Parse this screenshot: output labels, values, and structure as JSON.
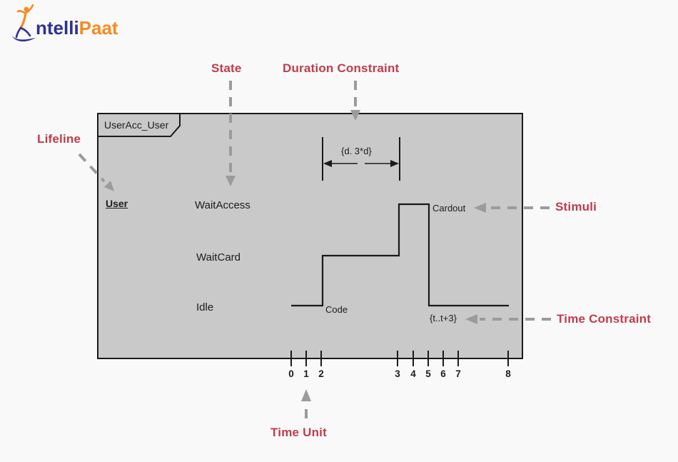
{
  "logo": {
    "brand_first": "ntelli",
    "brand_second": "Paat"
  },
  "annotations": {
    "lifeline": "Lifeline",
    "state": "State",
    "duration_constraint": "Duration Constraint",
    "stimuli": "Stimuli",
    "time_constraint": "Time Constraint",
    "time_unit": "Time Unit"
  },
  "diagram": {
    "frame_title": "UserAcc_User",
    "lifeline_name": "User",
    "state_labels": [
      "WaitAccess",
      "WaitCard",
      "Idle"
    ],
    "event_code": "Code",
    "event_cardout": "Cardout",
    "duration_constraint_value": "{d. 3*d}",
    "time_constraint_value": "{t..t+3}",
    "time_ticks": [
      "0",
      "1",
      "2",
      "3",
      "4",
      "5",
      "6",
      "7",
      "8"
    ],
    "state_timeline": [
      {
        "state": "Idle",
        "from_tick": 0,
        "to_tick": 2
      },
      {
        "state": "WaitCard",
        "from_tick": 2,
        "to_tick": 3
      },
      {
        "state": "WaitAccess",
        "from_tick": 3,
        "to_tick": 5
      },
      {
        "state": "Idle",
        "from_tick": 5,
        "to_tick": 8
      }
    ]
  },
  "colors": {
    "annotation_red": "#c13b4a",
    "arrow_gray": "#9b9b9b",
    "frame_fill": "#c9c9c9",
    "frame_border": "#1a1a1a",
    "logo_indigo": "#2e3192",
    "logo_orange": "#f68b1f"
  }
}
